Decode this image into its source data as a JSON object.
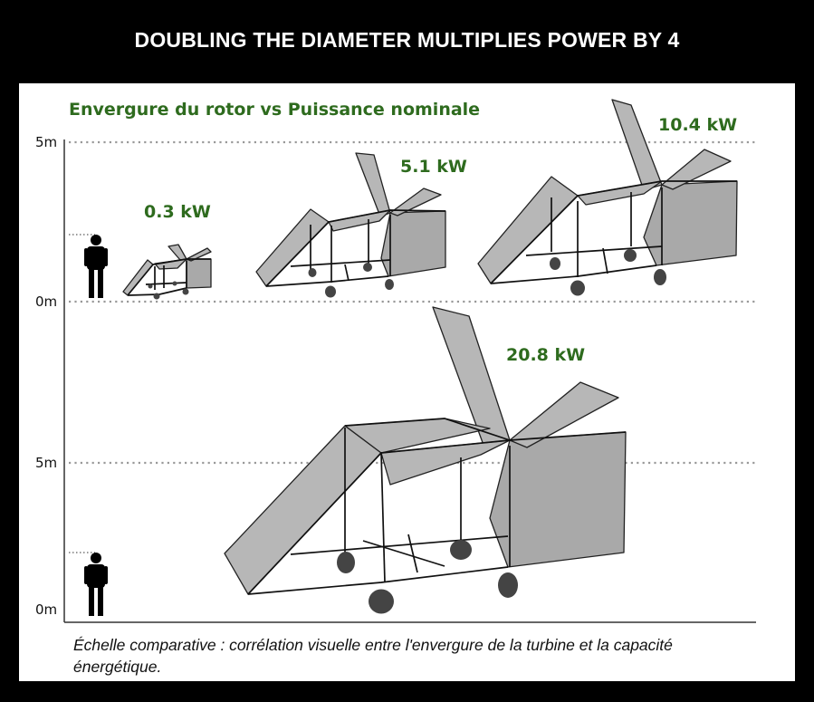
{
  "banner": {
    "title": "DOUBLING THE DIAMETER MULTIPLIES POWER BY 4"
  },
  "diagram": {
    "heading": "Envergure du rotor vs Puissance nominale",
    "axis_labels": {
      "top_5m": "5m",
      "top_0m": "0m",
      "bottom_5m": "5m",
      "bottom_0m": "0m"
    },
    "turbines": [
      {
        "power_label": "0.3 kW"
      },
      {
        "power_label": "5.1 kW"
      },
      {
        "power_label": "10.4 kW"
      },
      {
        "power_label": "20.8 kW"
      }
    ],
    "caption": "Échelle comparative : corrélation visuelle entre l'envergure de la turbine et la capacité énergétique.",
    "colors": {
      "heading_green": "#2e6b1e",
      "panel_gray": "#b7b7b7",
      "frame": "#111111"
    }
  }
}
